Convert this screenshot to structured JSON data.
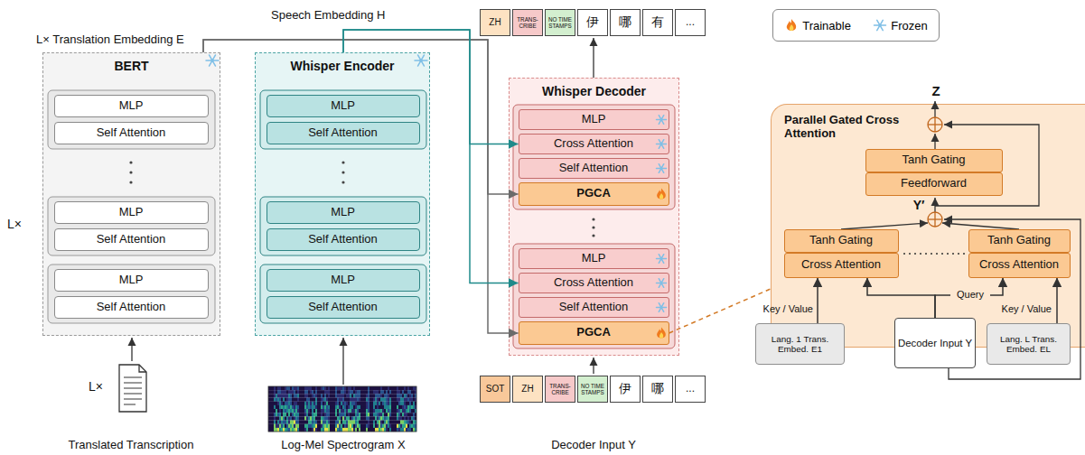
{
  "diagram": {
    "nodes": [
      {
        "text": [
          "BERT"
        ]
      },
      {
        "text": [
          "MLP"
        ],
        "in": 0
      },
      {
        "text": [
          "Self Attention"
        ],
        "in": 0
      },
      {
        "text": [
          "MLP"
        ],
        "in": 0
      },
      {
        "text": [
          "Self Attention"
        ],
        "in": 0
      },
      {
        "text": [
          "MLP"
        ],
        "in": 0
      },
      {
        "text": [
          "Self Attention"
        ],
        "in": 0
      },
      {
        "text": [
          "Whisper Encoder"
        ]
      },
      {
        "text": [
          "MLP"
        ],
        "in": 7
      },
      {
        "text": [
          "Self Attention"
        ],
        "in": 7
      },
      {
        "text": [
          "MLP"
        ],
        "in": 7
      },
      {
        "text": [
          "Self Attention"
        ],
        "in": 7
      },
      {
        "text": [
          "MLP"
        ],
        "in": 7
      },
      {
        "text": [
          "Self Attention"
        ],
        "in": 7
      },
      {
        "text": [
          "ZH"
        ]
      },
      {
        "text": [
          "TRANS- CRIBE"
        ]
      },
      {
        "text": [
          "NO TIME STAMPS"
        ]
      },
      {
        "text": [
          "伊"
        ]
      },
      {
        "text": [
          "哪"
        ]
      },
      {
        "text": [
          "有"
        ]
      },
      {
        "text": [
          "..."
        ]
      },
      {
        "text": [
          "Whisper Decoder"
        ]
      },
      {
        "text": [
          "MLP"
        ],
        "in": 21
      },
      {
        "text": [
          "Cross Attention"
        ],
        "in": 21
      },
      {
        "text": [
          "Self Attention"
        ],
        "in": 21
      },
      {
        "text": [
          "PGCA"
        ],
        "in": 21
      },
      {
        "text": [
          "MLP"
        ],
        "in": 21
      },
      {
        "text": [
          "Cross Attention"
        ],
        "in": 21
      },
      {
        "text": [
          "Self Attention"
        ],
        "in": 21
      },
      {
        "text": [
          "PGCA"
        ],
        "in": 21
      },
      {
        "text": [
          "SOT"
        ]
      },
      {
        "text": [
          "ZH"
        ]
      },
      {
        "text": [
          "TRANS- CRIBE"
        ]
      },
      {
        "text": [
          "NO TIME STAMPS"
        ]
      },
      {
        "text": [
          "伊"
        ]
      },
      {
        "text": [
          "哪"
        ]
      },
      {
        "text": [
          "..."
        ]
      },
      {
        "text": [
          "Parallel Gated Cross Attention"
        ]
      },
      {
        "text": [
          "Tanh Gating"
        ],
        "in": 37
      },
      {
        "text": [
          "Feedforward"
        ],
        "in": 37
      },
      {
        "text": [
          "Tanh Gating"
        ],
        "in": 37
      },
      {
        "text": [
          "Cross Attention"
        ],
        "in": 37
      },
      {
        "text": [
          "Tanh Gating"
        ],
        "in": 37
      },
      {
        "text": [
          "Cross Attention"
        ],
        "in": 37
      },
      {
        "text": [
          "Lang. 1 Trans. Embed. E1"
        ]
      },
      {
        "text": [
          "Lang. L Trans. Embed. EL"
        ]
      },
      {
        "text": [
          "Decoder Input Y"
        ]
      }
    ],
    "edges": [
      {
        "from": 0,
        "to": 25,
        "arrow": "to"
      },
      {
        "from": 0,
        "to": 29,
        "arrow": "to"
      },
      {
        "from": 7,
        "to": 23,
        "arrow": "to"
      },
      {
        "from": 7,
        "to": 27,
        "arrow": "to"
      },
      {
        "from": 29,
        "to": 37,
        "arrow": "none"
      },
      {
        "from": 46,
        "to": 41,
        "arrow": "to"
      },
      {
        "from": 46,
        "to": 43,
        "arrow": "to"
      },
      {
        "from": 44,
        "to": 41,
        "arrow": "to"
      },
      {
        "from": 45,
        "to": 43,
        "arrow": "to"
      }
    ],
    "labels": [
      "L× Translation Embedding E",
      "Speech Embedding H",
      "L×",
      "L×",
      "Translated Transcription",
      "Log-Mel Spectrogram X",
      "Decoder Input Y",
      "Z",
      "Y′",
      "Key / Value",
      "Query",
      "Key / Value"
    ],
    "legend": [
      {
        "text": "Trainable"
      },
      {
        "text": "Frozen"
      }
    ]
  }
}
